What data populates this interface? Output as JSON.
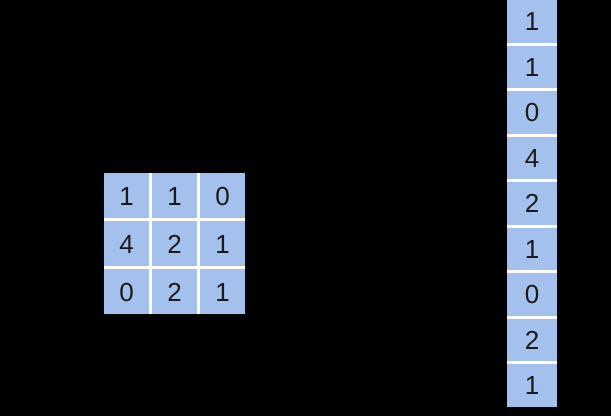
{
  "diagram": {
    "description_visible": false,
    "background_color": "#000000",
    "cell_fill_color": "#a3c1ec",
    "cell_gap_color": "#ffffff",
    "digit_color": "#1a1a1a"
  },
  "matrix": {
    "rows": [
      [
        "1",
        "1",
        "0"
      ],
      [
        "4",
        "2",
        "1"
      ],
      [
        "0",
        "2",
        "1"
      ]
    ]
  },
  "vector": {
    "values": [
      "1",
      "1",
      "0",
      "4",
      "2",
      "1",
      "0",
      "2",
      "1"
    ]
  }
}
